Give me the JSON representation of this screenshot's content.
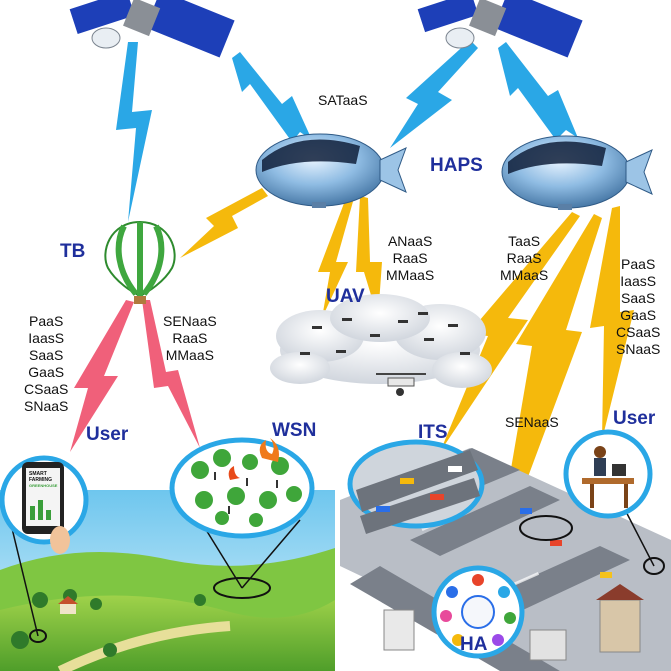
{
  "labels": {
    "sataas": "SATaaS",
    "haps": "HAPS",
    "tb": "TB",
    "uav": "UAV",
    "user_left": "User",
    "wsn": "WSN",
    "its": "ITS",
    "user_right": "User",
    "ha": "HA",
    "senaas_its": "SENaaS"
  },
  "service_lists": {
    "tb_user": [
      "PaaS",
      "IaasS",
      "SaaS",
      "GaaS",
      "CSaaS",
      "SNaaS"
    ],
    "tb_wsn": [
      "SENaaS",
      "RaaS",
      "MMaaS"
    ],
    "haps1_uav": [
      "ANaaS",
      "RaaS",
      "MMaaS"
    ],
    "haps2_its": [
      "TaaS",
      "RaaS",
      "MMaaS"
    ],
    "haps2_user": [
      "PaaS",
      "IaasS",
      "SaaS",
      "GaaS",
      "CSaaS",
      "SNaaS"
    ]
  },
  "phone_text": {
    "line1": "SMART",
    "line2": "FARMING",
    "line3": "GREENHOUSE"
  },
  "colors": {
    "lightning_blue": "#2aa7e6",
    "lightning_yellow": "#f5b90c",
    "lightning_red": "#f0607a",
    "label_blue": "#1f2f9c",
    "satellite_panel": "#1d3fb8",
    "grass": "#6fbf3a",
    "sky": "#8fd0ee"
  }
}
